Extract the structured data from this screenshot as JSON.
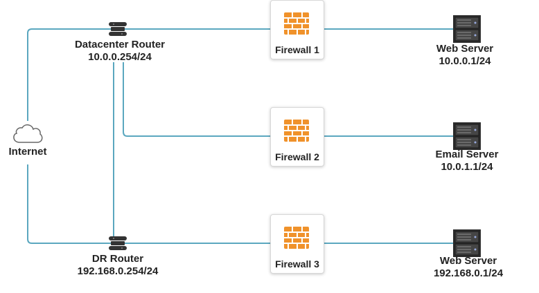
{
  "colors": {
    "link": "#5aa7bf",
    "firewall": "#f0922b",
    "router": "#333333",
    "server": "#2d2d2d"
  },
  "nodes": {
    "internet": {
      "label": "Internet",
      "icon": "cloud-icon"
    },
    "dc_router": {
      "name": "Datacenter Router",
      "ip": "10.0.0.254/24",
      "icon": "router-icon"
    },
    "dr_router": {
      "name": "DR Router",
      "ip": "192.168.0.254/24",
      "icon": "router-icon"
    },
    "firewall1": {
      "label": "Firewall 1",
      "icon": "firewall-icon"
    },
    "firewall2": {
      "label": "Firewall 2",
      "icon": "firewall-icon"
    },
    "firewall3": {
      "label": "Firewall 3",
      "icon": "firewall-icon"
    },
    "web_server1": {
      "name": "Web Server",
      "ip": "10.0.0.1/24",
      "icon": "server-icon"
    },
    "email_server": {
      "name": "Email Server",
      "ip": "10.0.1.1/24",
      "icon": "server-icon"
    },
    "web_server2": {
      "name": "Web Server",
      "ip": "192.168.0.1/24",
      "icon": "server-icon"
    }
  }
}
